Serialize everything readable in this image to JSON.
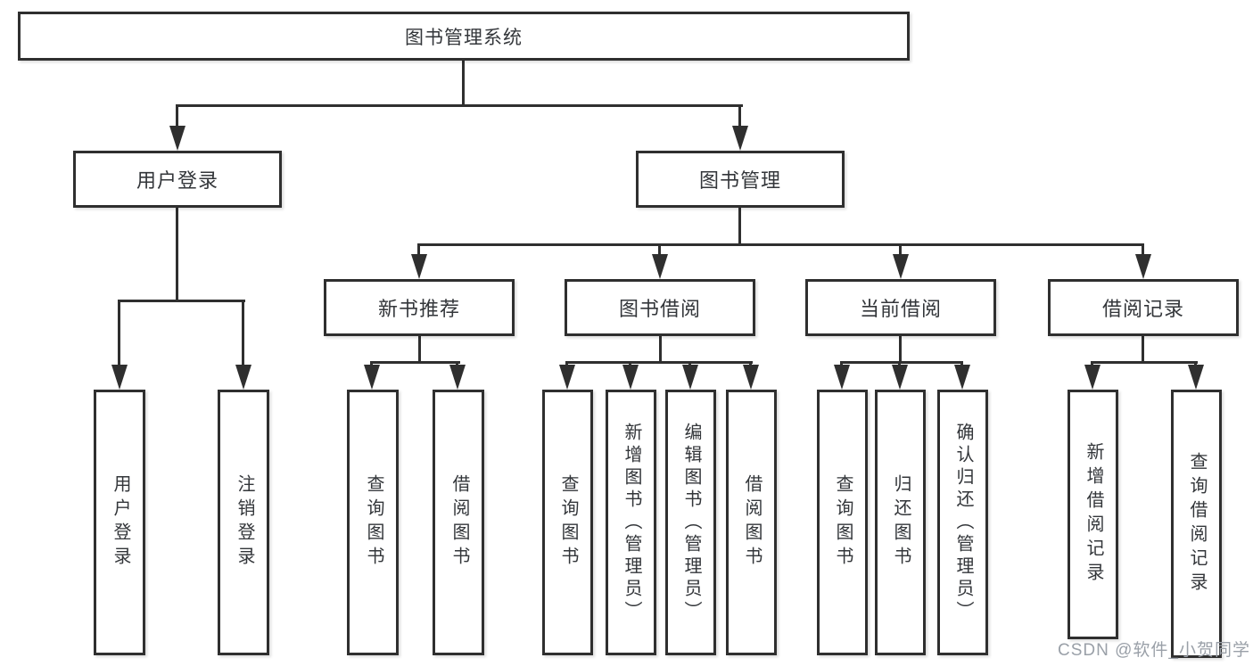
{
  "tree": {
    "root": {
      "label": "图书管理系统",
      "children": [
        {
          "label": "用户登录",
          "children": [
            {
              "label": "用户登录"
            },
            {
              "label": "注销登录"
            }
          ]
        },
        {
          "label": "图书管理",
          "children": [
            {
              "label": "新书推荐",
              "children": [
                {
                  "label": "查询图书"
                },
                {
                  "label": "借阅图书"
                }
              ]
            },
            {
              "label": "图书借阅",
              "children": [
                {
                  "label": "查询图书"
                },
                {
                  "label": "新增图书（管理员）"
                },
                {
                  "label": "编辑图书（管理员）"
                },
                {
                  "label": "借阅图书"
                }
              ]
            },
            {
              "label": "当前借阅",
              "children": [
                {
                  "label": "查询图书"
                },
                {
                  "label": "归还图书"
                },
                {
                  "label": "确认归还（管理员）"
                }
              ]
            },
            {
              "label": "借阅记录",
              "children": [
                {
                  "label": "新增借阅记录"
                },
                {
                  "label": "查询借阅记录"
                }
              ]
            }
          ]
        }
      ]
    }
  },
  "watermark": {
    "text": "CSDN @软件_小贺同学"
  },
  "colors": {
    "line": "#2f2f2f",
    "text": "#33363a",
    "watermark": "#9aa0a8",
    "background": "#ffffff"
  }
}
